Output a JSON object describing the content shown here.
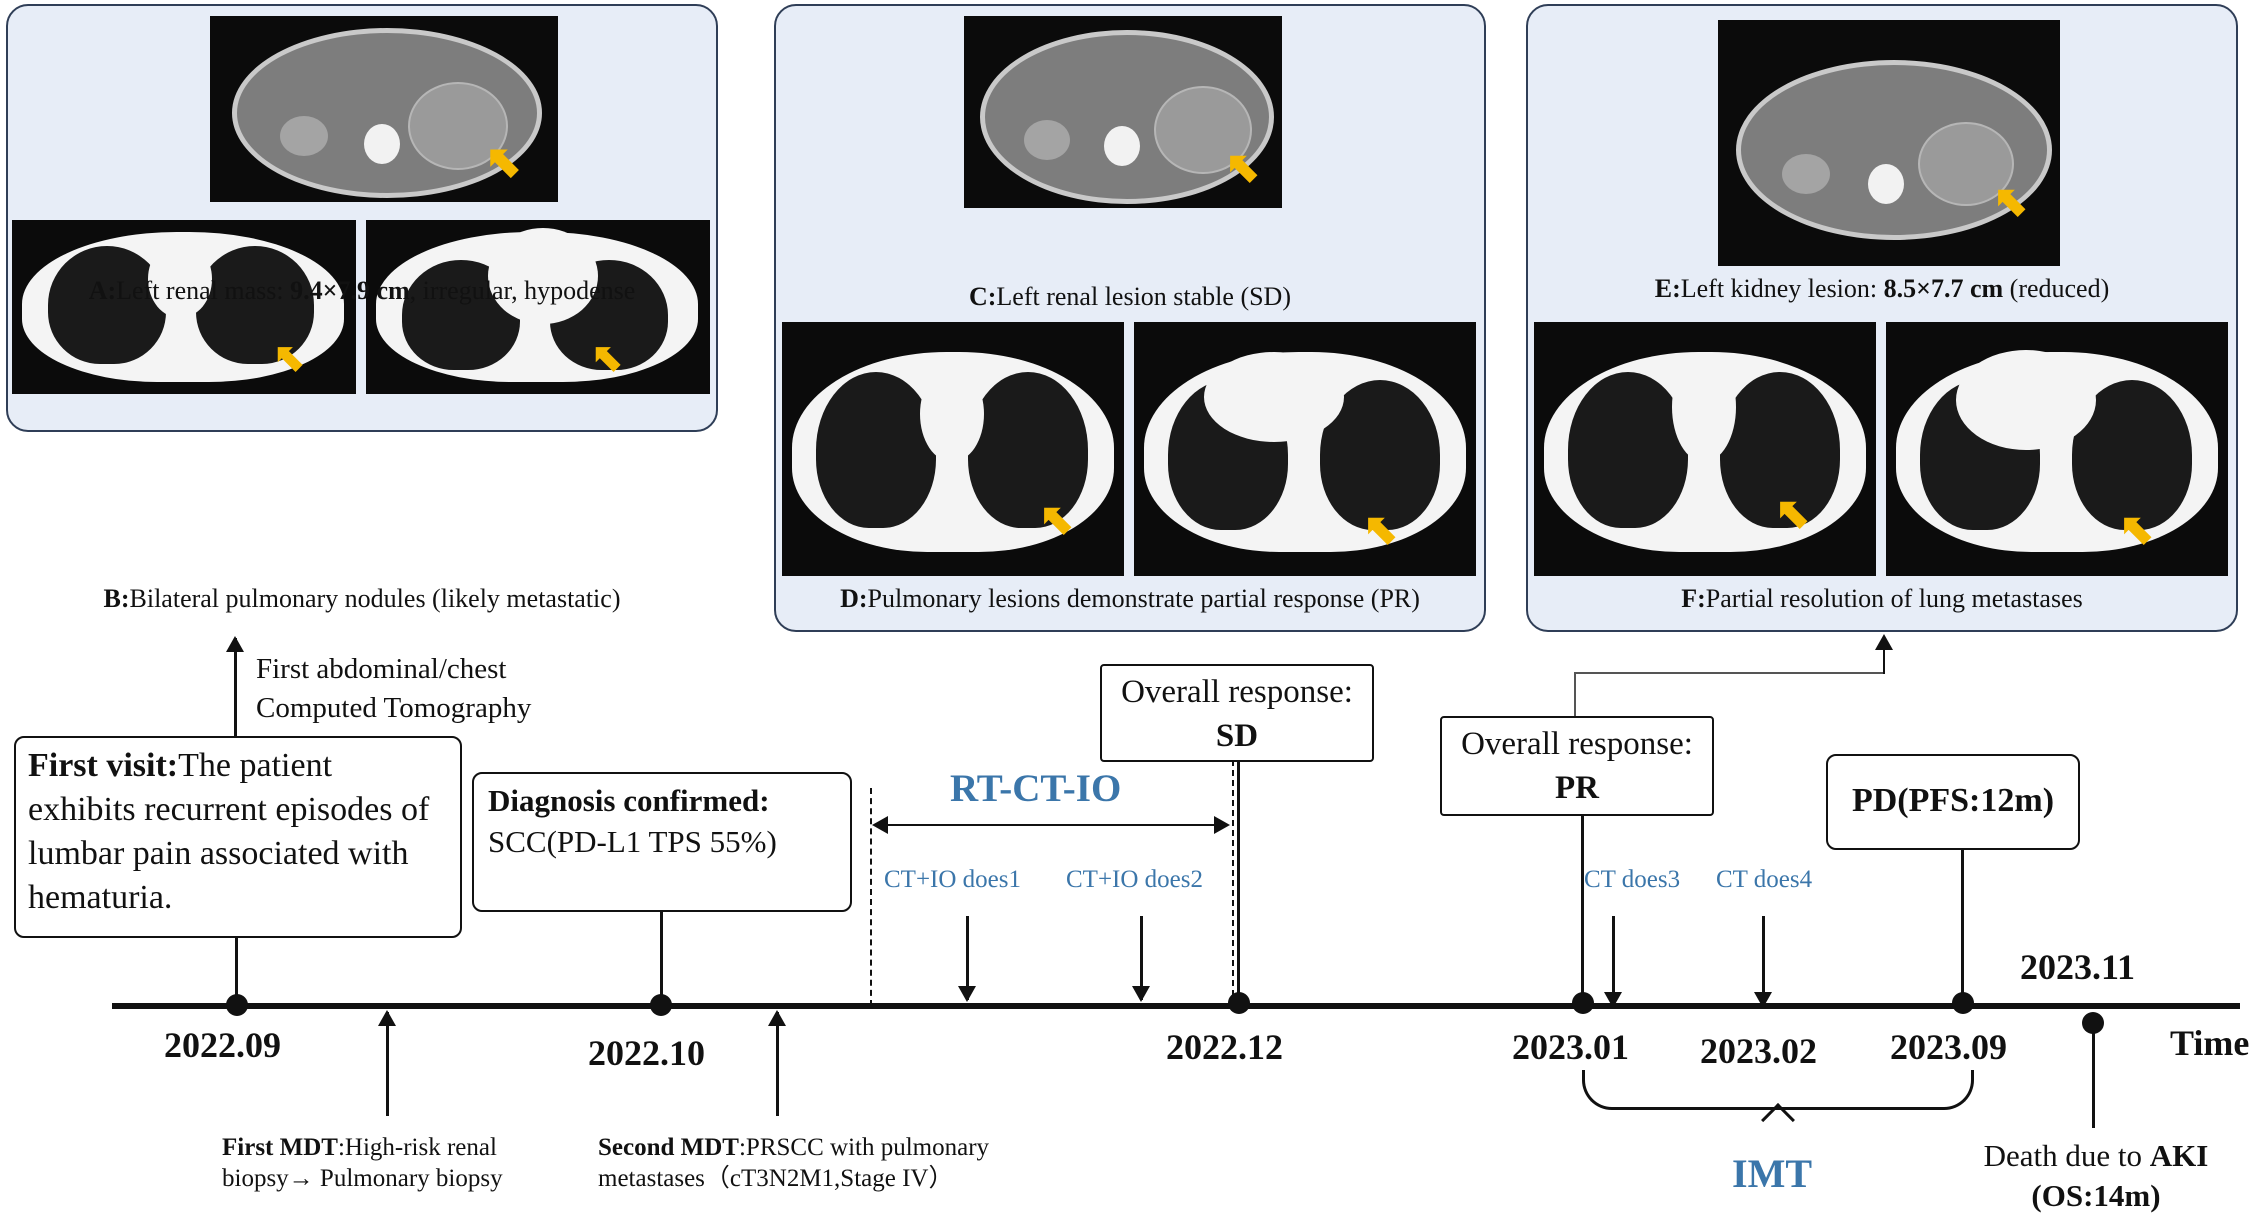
{
  "panels": [
    {
      "caption_top_label": "A:",
      "caption_top_text": "Left renal mass: ",
      "caption_top_bold": "9.4×7.9 cm",
      "caption_top_rest": ", irregular, hypodense",
      "caption_bottom_label": "B:",
      "caption_bottom_text": "Bilateral pulmonary nodules (likely metastatic)"
    },
    {
      "caption_top_label": "C:",
      "caption_top_text": "Left renal lesion stable (SD)",
      "caption_bottom_label": "D:",
      "caption_bottom_text": "Pulmonary lesions demonstrate partial response (PR)"
    },
    {
      "caption_top_label": "E:",
      "caption_top_text": "Left kidney lesion: ",
      "caption_top_bold": "8.5×7.7 cm",
      "caption_top_rest": " (reduced)",
      "caption_bottom_label": "F:",
      "caption_bottom_text": "Partial resolution of lung metastases"
    }
  ],
  "ct_label_line1": "First abdominal/chest",
  "ct_label_line2": "Computed Tomography",
  "first_visit": {
    "bold": "First visit:",
    "text": "The patient exhibits recurrent episodes of lumbar pain associated with hematuria."
  },
  "diagnosis": {
    "bold": "Diagnosis confirmed:",
    "text": "SCC(PD-L1 TPS 55%)"
  },
  "response_sd": {
    "text": "Overall response: ",
    "bold": "SD"
  },
  "response_pr": {
    "text": "Overall response: ",
    "bold": "PR"
  },
  "pd_box": "PD(PFS:12m)",
  "rt_ct_io": "RT-CT-IO",
  "doses": [
    "CT+IO does1",
    "CT+IO does2",
    "CT does3",
    "CT does4"
  ],
  "dates": [
    "2022.09",
    "2022.10",
    "2022.12",
    "2023.01",
    "2023.02",
    "2023.09",
    "2023.11"
  ],
  "time_label": "Time",
  "imt_label": "IMT",
  "first_mdt": {
    "bold": "First MDT",
    "text": ":High-risk renal",
    "line2": "biopsy→ Pulmonary biopsy"
  },
  "second_mdt": {
    "bold": "Second MDT",
    "text": ":PRSCC with pulmonary",
    "line2": "metastases（cT3N2M1,Stage IV）"
  },
  "death": {
    "text": "Death due to ",
    "bold": "AKI",
    "line2": "(OS:14m)"
  },
  "colors": {
    "panel_bg": "#e7edf7",
    "panel_border": "#2f3e57",
    "accent_blue": "#3b76aa",
    "arrow_yellow": "#f5b800"
  },
  "icons": {
    "lesion_pointer": "yellow-arrow-icon"
  }
}
